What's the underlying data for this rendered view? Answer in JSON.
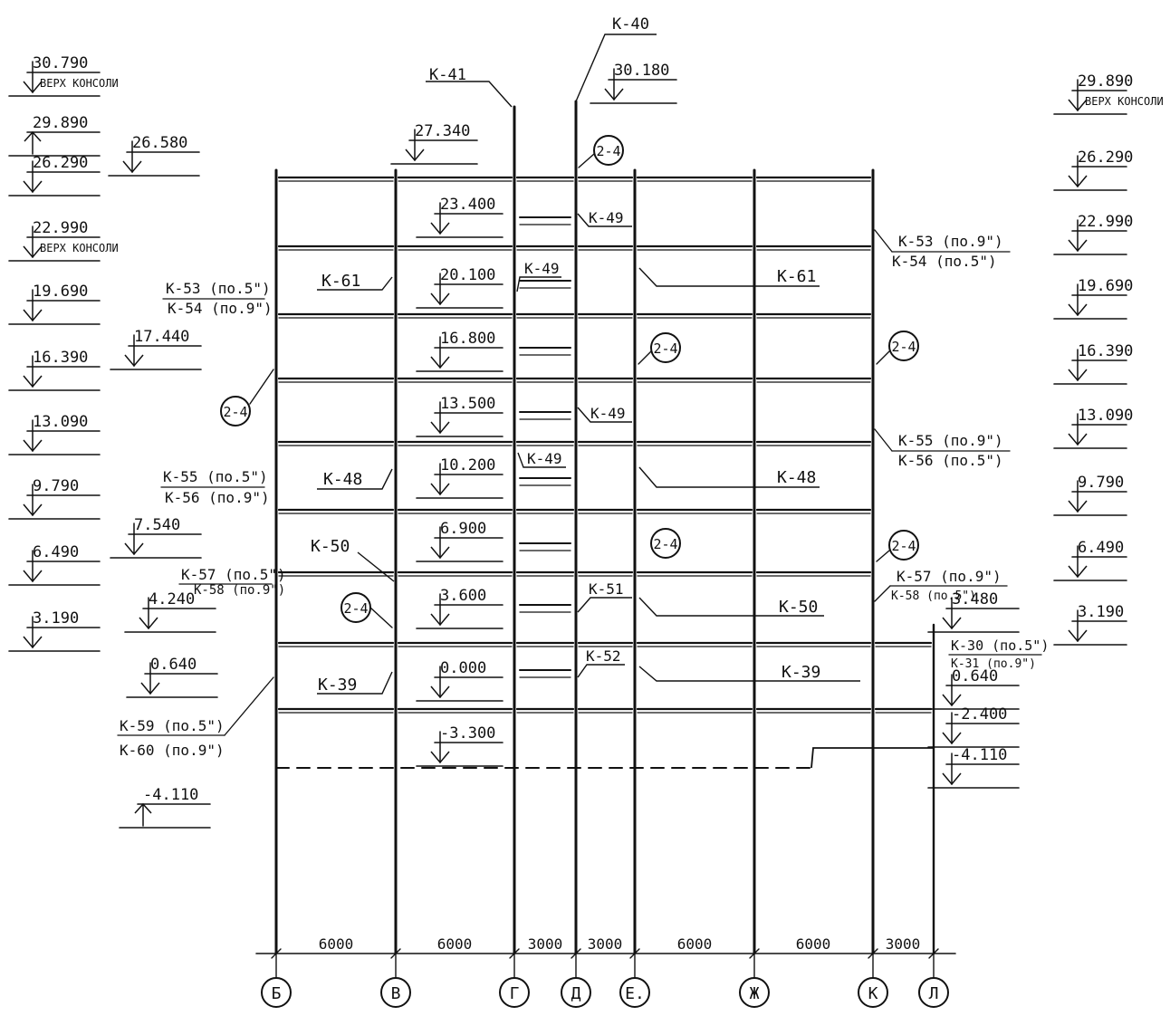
{
  "axes": [
    {
      "id": "ax-b",
      "label": "Б"
    },
    {
      "id": "ax-v",
      "label": "В"
    },
    {
      "id": "ax-g",
      "label": "Г"
    },
    {
      "id": "ax-d",
      "label": "Д"
    },
    {
      "id": "ax-e",
      "label": "Е."
    },
    {
      "id": "ax-zh",
      "label": "Ж"
    },
    {
      "id": "ax-k",
      "label": "К"
    },
    {
      "id": "ax-l",
      "label": "Л"
    }
  ],
  "spans": [
    "6000",
    "6000",
    "3000",
    "3000",
    "6000",
    "6000",
    "3000"
  ],
  "left_levels": [
    {
      "value": "30.790",
      "note": "ВЕРХ КОНСОЛИ"
    },
    {
      "value": "29.890",
      "note": ""
    },
    {
      "value": "26.290",
      "note": ""
    },
    {
      "value": "22.990",
      "note": "ВЕРХ КОНСОЛИ"
    },
    {
      "value": "19.690",
      "note": ""
    },
    {
      "value": "16.390",
      "note": ""
    },
    {
      "value": "13.090",
      "note": ""
    },
    {
      "value": "9.790",
      "note": ""
    },
    {
      "value": "6.490",
      "note": ""
    },
    {
      "value": "3.190",
      "note": ""
    }
  ],
  "right_levels": [
    {
      "value": "29.890",
      "note": "ВЕРХ КОНСОЛИ"
    },
    {
      "value": "26.290",
      "note": ""
    },
    {
      "value": "22.990",
      "note": ""
    },
    {
      "value": "19.690",
      "note": ""
    },
    {
      "value": "16.390",
      "note": ""
    },
    {
      "value": "13.090",
      "note": ""
    },
    {
      "value": "9.790",
      "note": ""
    },
    {
      "value": "6.490",
      "note": ""
    },
    {
      "value": "3.190",
      "note": ""
    }
  ],
  "mid_levels": [
    "26.580",
    "17.440",
    "7.540",
    "4.240",
    "0.640",
    "-4.110"
  ],
  "inner_levels": [
    "27.340",
    "23.400",
    "20.100",
    "16.800",
    "13.500",
    "10.200",
    "6.900",
    "3.600",
    "0.000",
    "-3.300"
  ],
  "top_levels": [
    "30.180"
  ],
  "right_lower_levels": [
    "3.480",
    "0.640",
    "-2.400",
    "-4.110"
  ],
  "marks": {
    "k41": "К-41",
    "k40": "К-40",
    "k49": "К-49",
    "k51": "К-51",
    "k52": "К-52",
    "k61": "К-61",
    "k48": "К-48",
    "k50": "К-50",
    "k39": "К-39"
  },
  "notes_left": {
    "a1": "К-53 (по.5\")",
    "a2": "К-54 (по.9\")",
    "b1": "К-55 (по.5\")",
    "b2": "К-56 (по.9\")",
    "c1": "К-57 (по.5\")",
    "c2": "К-58 (по.9\")",
    "d1": "К-59 (по.5\")",
    "d2": "К-60 (по.9\")"
  },
  "notes_right": {
    "a1": "К-53 (по.9\")",
    "a2": "К-54 (по.5\")",
    "b1": "К-55 (по.9\")",
    "b2": "К-56 (по.5\")",
    "c1": "К-57 (по.9\")",
    "c2": "К-58 (по.5\")",
    "d1": "К-30 (по.5\")",
    "d2": "К-31 (по.9\")"
  },
  "node_ref": "2-4"
}
